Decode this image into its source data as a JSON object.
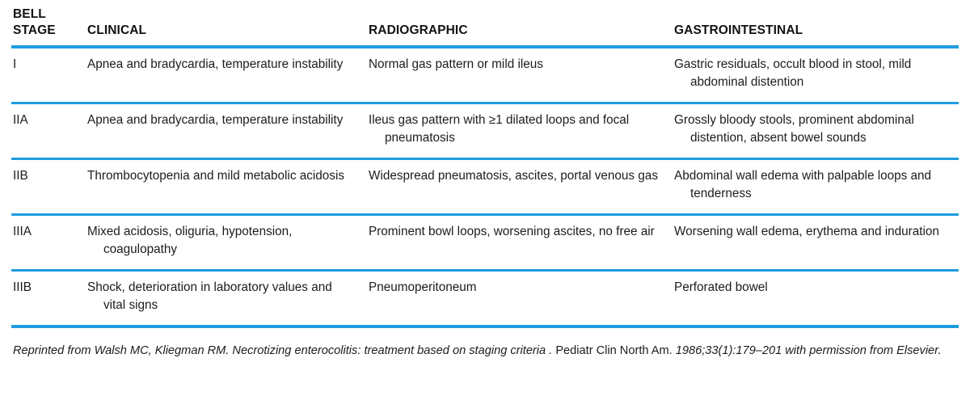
{
  "table": {
    "accent_color": "#1f9ce0",
    "headers": [
      {
        "id": "bell-stage",
        "line1": "BELL",
        "line2": "STAGE"
      },
      {
        "id": "clinical",
        "line1": "CLINICAL",
        "line2": ""
      },
      {
        "id": "radiographic",
        "line1": "RADIOGRAPHIC",
        "line2": ""
      },
      {
        "id": "gastrointestinal",
        "line1": "GASTROINTESTINAL",
        "line2": ""
      }
    ],
    "rows": [
      {
        "stage": "I",
        "clinical": "Apnea and bradycardia, temperature instability",
        "radiographic": "Normal gas pattern or mild ileus",
        "gastrointestinal": "Gastric residuals, occult blood in stool, mild abdominal distention"
      },
      {
        "stage": "IIA",
        "clinical": "Apnea and bradycardia, temperature instability",
        "radiographic": "Ileus gas pattern with ≥1 dilated loops and focal pneumatosis",
        "gastrointestinal": "Grossly bloody stools, prominent abdominal distention, absent bowel sounds"
      },
      {
        "stage": "IIB",
        "clinical": "Thrombocytopenia and mild metabolic acidosis",
        "radiographic": "Widespread pneumatosis, ascites, portal venous gas",
        "gastrointestinal": "Abdominal wall edema with palpable loops and tenderness"
      },
      {
        "stage": "IIIA",
        "clinical": "Mixed acidosis, oliguria, hypotension, coagulopathy",
        "radiographic": "Prominent bowl loops, worsening ascites, no free air",
        "gastrointestinal": "Worsening wall edema, erythema and induration"
      },
      {
        "stage": "IIIB",
        "clinical": "Shock, deterioration in laboratory values and vital signs",
        "radiographic": "Pneumoperitoneum",
        "gastrointestinal": "Perforated bowel"
      }
    ]
  },
  "footnote": {
    "part_italic_1": "Reprinted from Walsh MC, Kliegman RM. Necrotizing enterocolitis: treatment based on staging criteria .",
    "part_upright": " Pediatr Clin North Am. ",
    "part_italic_2": "1986;33(1):179–201 with permission from Elsevier."
  }
}
